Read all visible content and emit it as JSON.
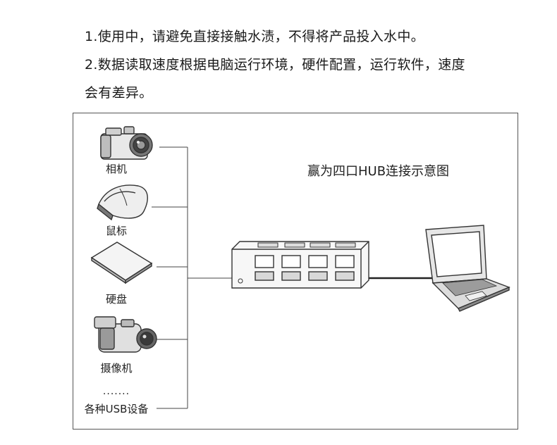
{
  "notes": [
    "1.使用中，请避免直接接触水渍，不得将产品投入水中。",
    "2.数据读取速度根据电脑运行环境，硬件配置，运行软件，速度\n会有差异。"
  ],
  "diagram": {
    "title": "赢为四口HUB连接示意图",
    "devices": [
      {
        "label": "相机",
        "icon": "camera-icon"
      },
      {
        "label": "鼠标",
        "icon": "mouse-icon"
      },
      {
        "label": "硬盘",
        "icon": "hard-drive-icon"
      },
      {
        "label": "摄像机",
        "icon": "camcorder-icon"
      },
      {
        "label": "各种USB设备",
        "icon": "ellipsis-icon",
        "prefix": "......."
      }
    ],
    "hub_icon": "usb-hub-icon",
    "computer_icon": "laptop-icon"
  }
}
